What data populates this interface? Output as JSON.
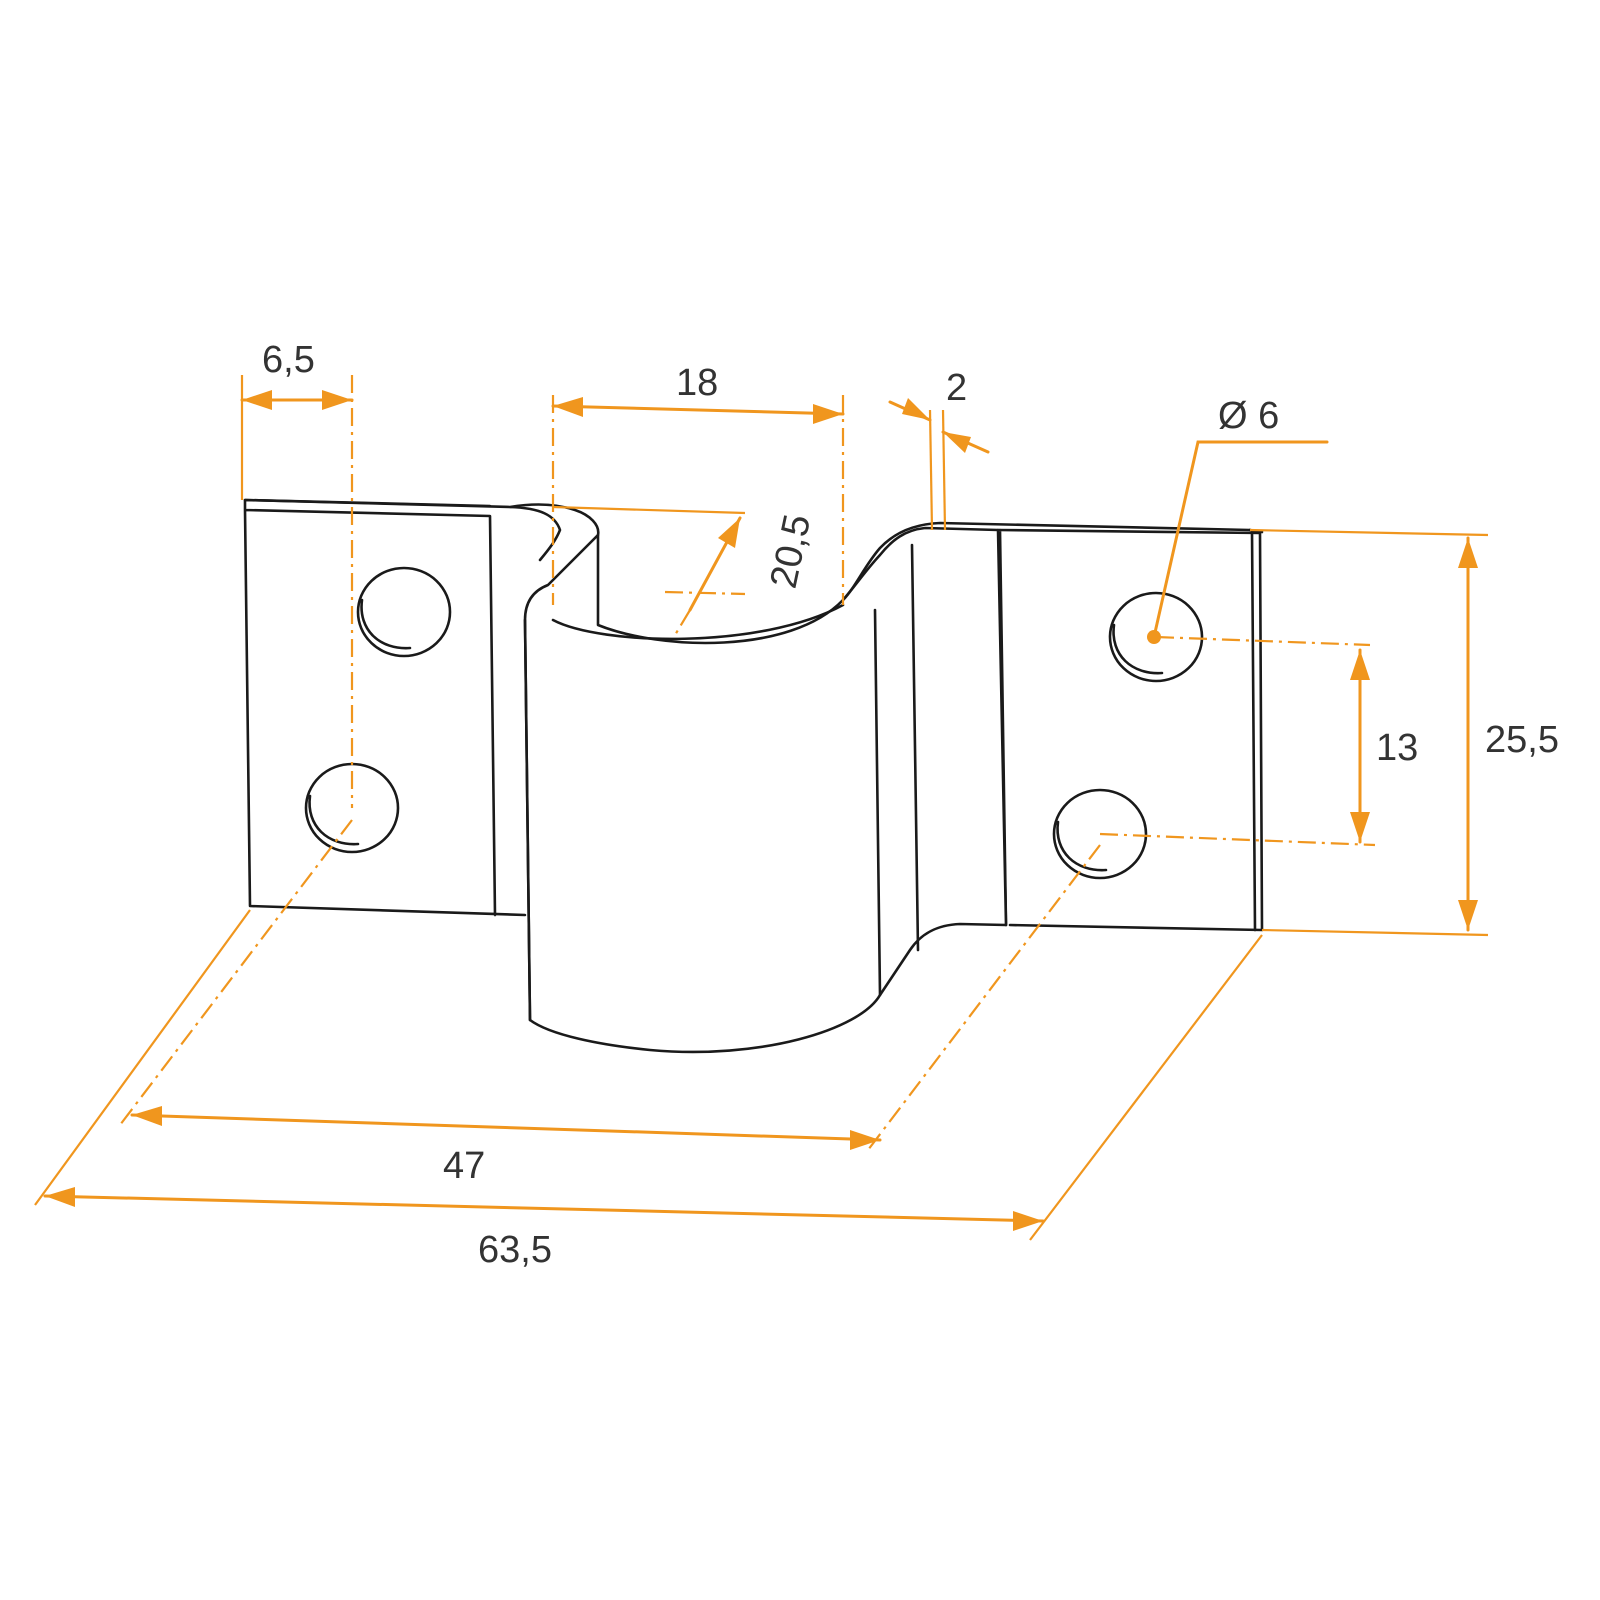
{
  "dimensions": {
    "edge_to_hole": "6,5",
    "channel_width": "18",
    "channel_depth": "20,5",
    "thickness": "2",
    "hole_diameter": "Ø 6",
    "hole_spacing_vertical": "13",
    "height": "25,5",
    "hole_spacing_horizontal": "47",
    "overall_length": "63,5"
  },
  "colors": {
    "dimension": "#f0961e",
    "outline": "#1a1a1a",
    "label": "#333333"
  }
}
